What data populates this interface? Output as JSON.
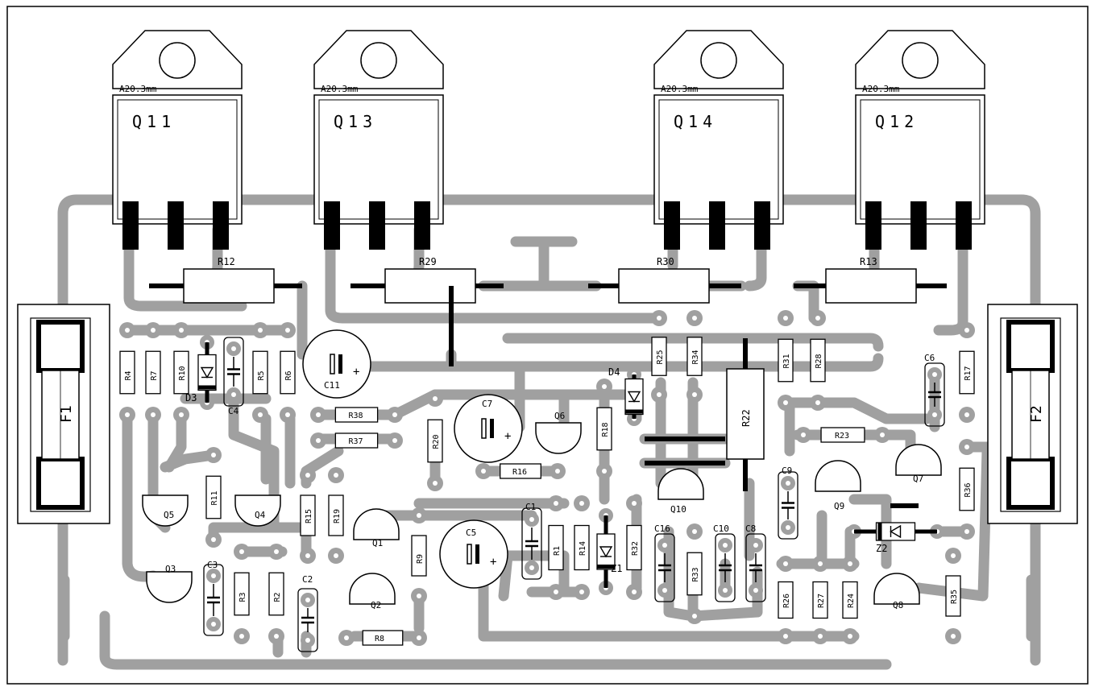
{
  "power_transistors": [
    {
      "ref": "Q11",
      "note": "A20.3mm"
    },
    {
      "ref": "Q13",
      "note": "A20.3mm"
    },
    {
      "ref": "Q14",
      "note": "A20.3mm"
    },
    {
      "ref": "Q12",
      "note": "A20.3mm"
    }
  ],
  "fuses": [
    "F1",
    "F2"
  ],
  "power_resistors": [
    "R12",
    "R29",
    "R30",
    "R13",
    "R22"
  ],
  "resistors": [
    "R4",
    "R7",
    "R10",
    "R5",
    "R6",
    "R25",
    "R34",
    "R31",
    "R28",
    "R17",
    "R38",
    "R37",
    "R20",
    "R16",
    "R18",
    "R23",
    "R11",
    "R15",
    "R19",
    "R9",
    "R1",
    "R14",
    "R32",
    "R33",
    "R36",
    "R3",
    "R2",
    "R8",
    "R26",
    "R27",
    "R24",
    "R35"
  ],
  "capacitors": [
    "C4",
    "C11",
    "C7",
    "C6",
    "C9",
    "C1",
    "C5",
    "C16",
    "C10",
    "C8",
    "C3",
    "C2"
  ],
  "transistors": [
    "Q6",
    "Q10",
    "Q9",
    "Q7",
    "Q5",
    "Q4",
    "Q1",
    "Q2",
    "Q3",
    "Q8"
  ],
  "diodes": [
    "D3",
    "D4",
    "Z1",
    "Z2"
  ],
  "polarity_mark": "+",
  "colors": {
    "trace": "#a0a0a0",
    "outline": "#000000",
    "background": "#ffffff"
  }
}
